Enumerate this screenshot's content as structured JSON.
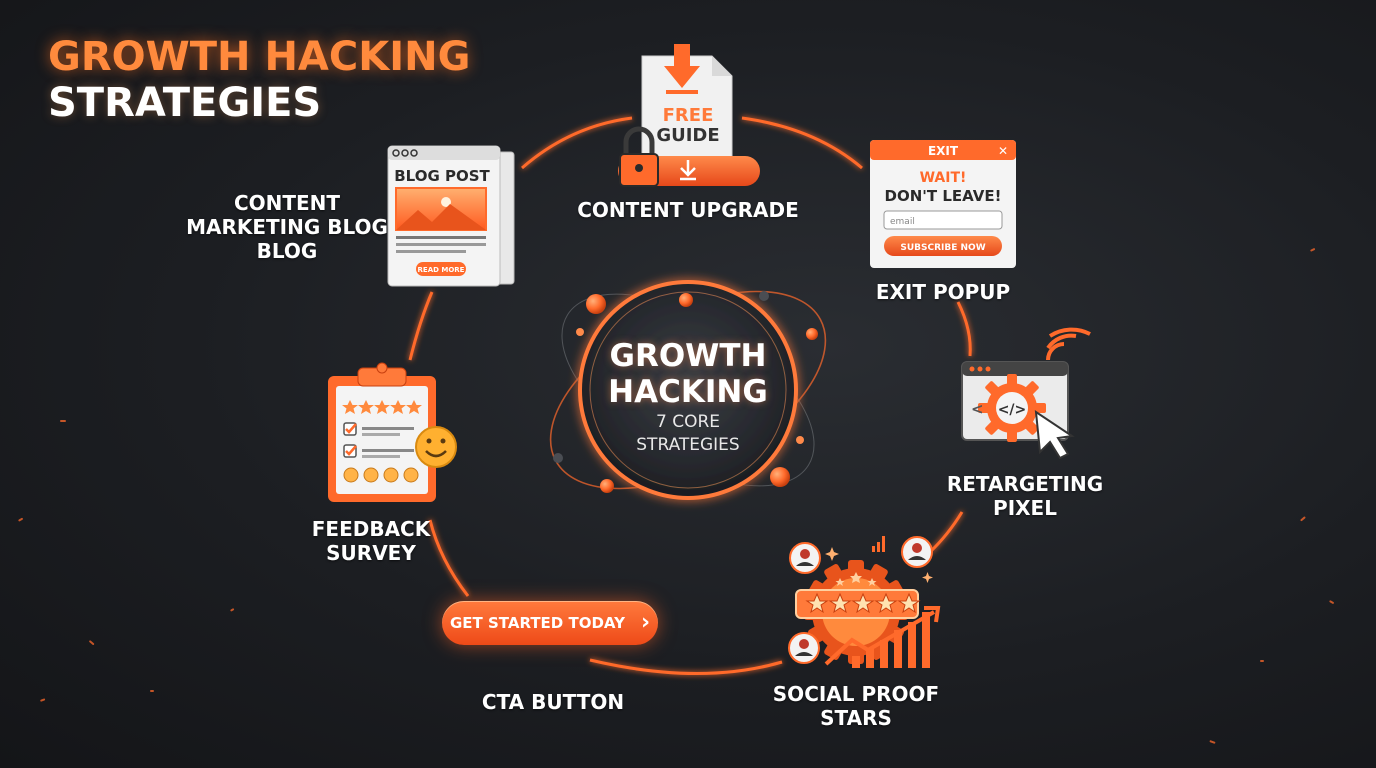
{
  "title": {
    "line1": "GROWTH HACKING",
    "line2": "STRATEGIES"
  },
  "hub": {
    "title_line1": "GROWTH",
    "title_line2": "HACKING",
    "sub_line1": "7 CORE",
    "sub_line2": "STRATEGIES"
  },
  "nodes": {
    "content_upgrade": {
      "label": "CONTENT UPGRADE",
      "icon_line1": "FREE",
      "icon_line2": "GUIDE"
    },
    "exit_popup": {
      "label": "EXIT POPUP",
      "header": "EXIT",
      "close": "✕",
      "headline1": "WAIT!",
      "headline2": "DON'T LEAVE!",
      "email_placeholder": "email",
      "button": "SUBSCRIBE NOW"
    },
    "retargeting_pixel": {
      "label_line1": "RETARGETING",
      "label_line2": "PIXEL",
      "code": "</>",
      "code_left": "<"
    },
    "social_proof": {
      "label_line1": "SOCIAL PROOF",
      "label_line2": "STARS"
    },
    "cta_button": {
      "label": "CTA BUTTON",
      "button_text": "GET STARTED TODAY",
      "chevron": "›"
    },
    "feedback_survey": {
      "label_line1": "FEEDBACK",
      "label_line2": "SURVEY"
    },
    "content_marketing_blog": {
      "label_line1": "CONTENT",
      "label_line2": "MARKETING BLOG",
      "label_line3": "BLOG",
      "icon_header": "BLOG POST",
      "icon_button": "READ MORE"
    }
  },
  "colors": {
    "accent": "#ff6a2b",
    "accent_light": "#ff9a4d",
    "background": "#1c1e22",
    "text": "#ffffff"
  }
}
